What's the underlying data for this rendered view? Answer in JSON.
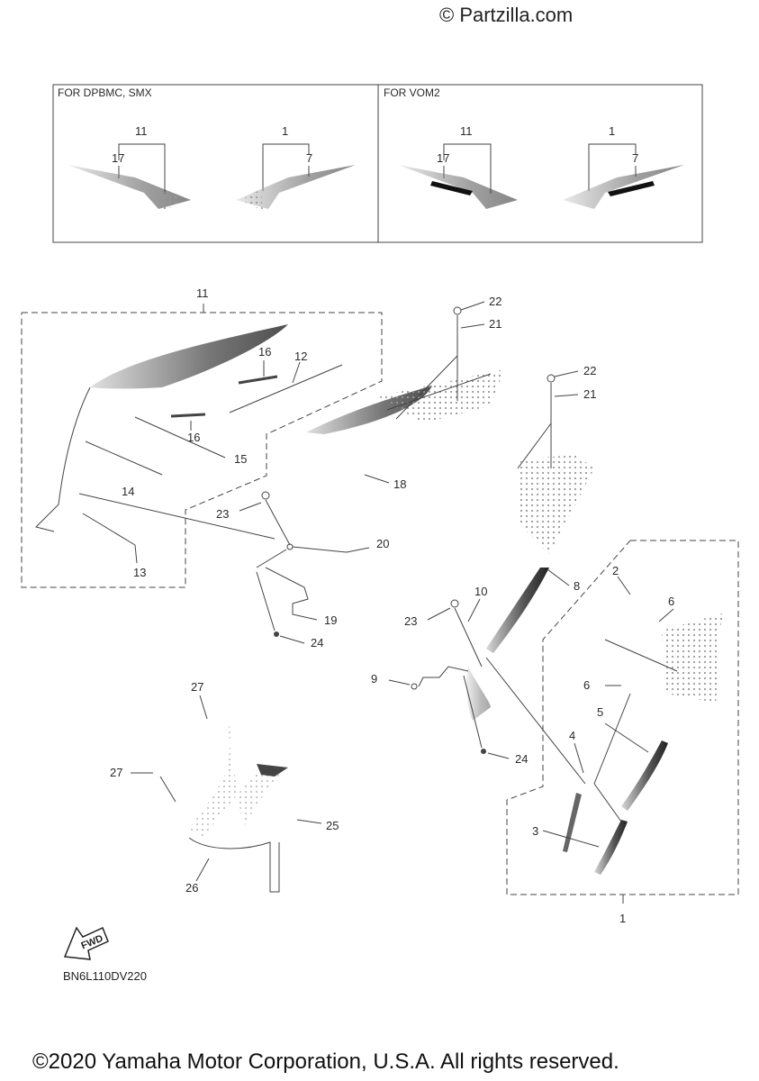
{
  "watermark": "© Partzilla.com",
  "inset_box": {
    "left_title": "FOR DPBMC, SMX",
    "right_title": "FOR VOM2",
    "callouts": [
      "11",
      "17",
      "1",
      "7"
    ]
  },
  "parts": [
    "1",
    "2",
    "3",
    "4",
    "5",
    "6",
    "7",
    "8",
    "9",
    "10",
    "11",
    "12",
    "13",
    "14",
    "15",
    "16",
    "17",
    "18",
    "19",
    "20",
    "21",
    "22",
    "23",
    "24",
    "25",
    "26",
    "27"
  ],
  "fwd_label": "FWD",
  "diagram_code": "BN6L110DV220",
  "copyright": "©2020 Yamaha Motor Corporation, U.S.A. All rights reserved.",
  "colors": {
    "part_dark": "#3a3a3a",
    "part_mesh": "#8a8a8a",
    "line": "#444444"
  }
}
